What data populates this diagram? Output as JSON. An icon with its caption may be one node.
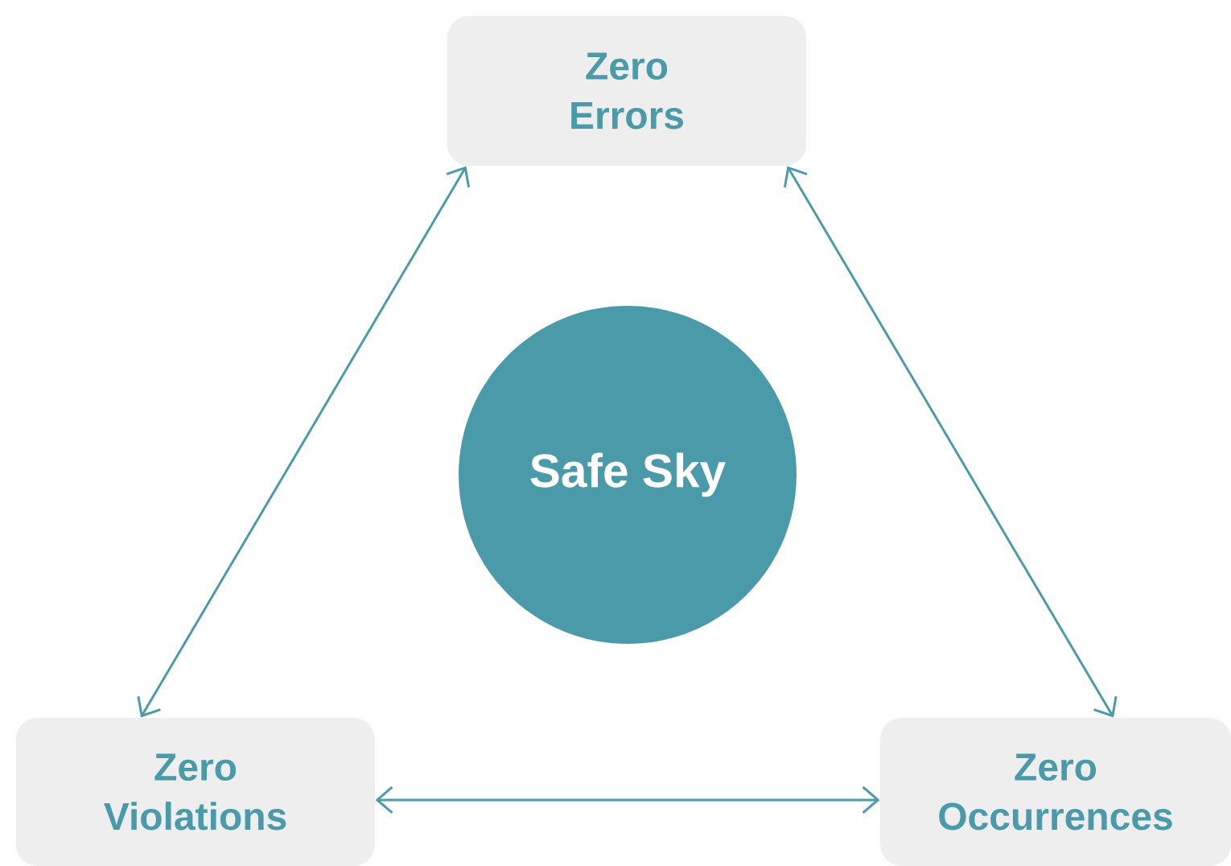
{
  "diagram": {
    "nodes": [
      {
        "text": [
          "Zero Errors"
        ]
      },
      {
        "text": [
          "Safe Sky"
        ]
      },
      {
        "text": [
          "Zero Violations"
        ]
      },
      {
        "text": [
          "Zero Occurrences"
        ]
      }
    ],
    "edges": [
      {
        "from": 2,
        "to": 0,
        "arrow": "both"
      },
      {
        "from": 0,
        "to": 3,
        "arrow": "both"
      },
      {
        "from": 2,
        "to": 3,
        "arrow": "both"
      }
    ]
  }
}
